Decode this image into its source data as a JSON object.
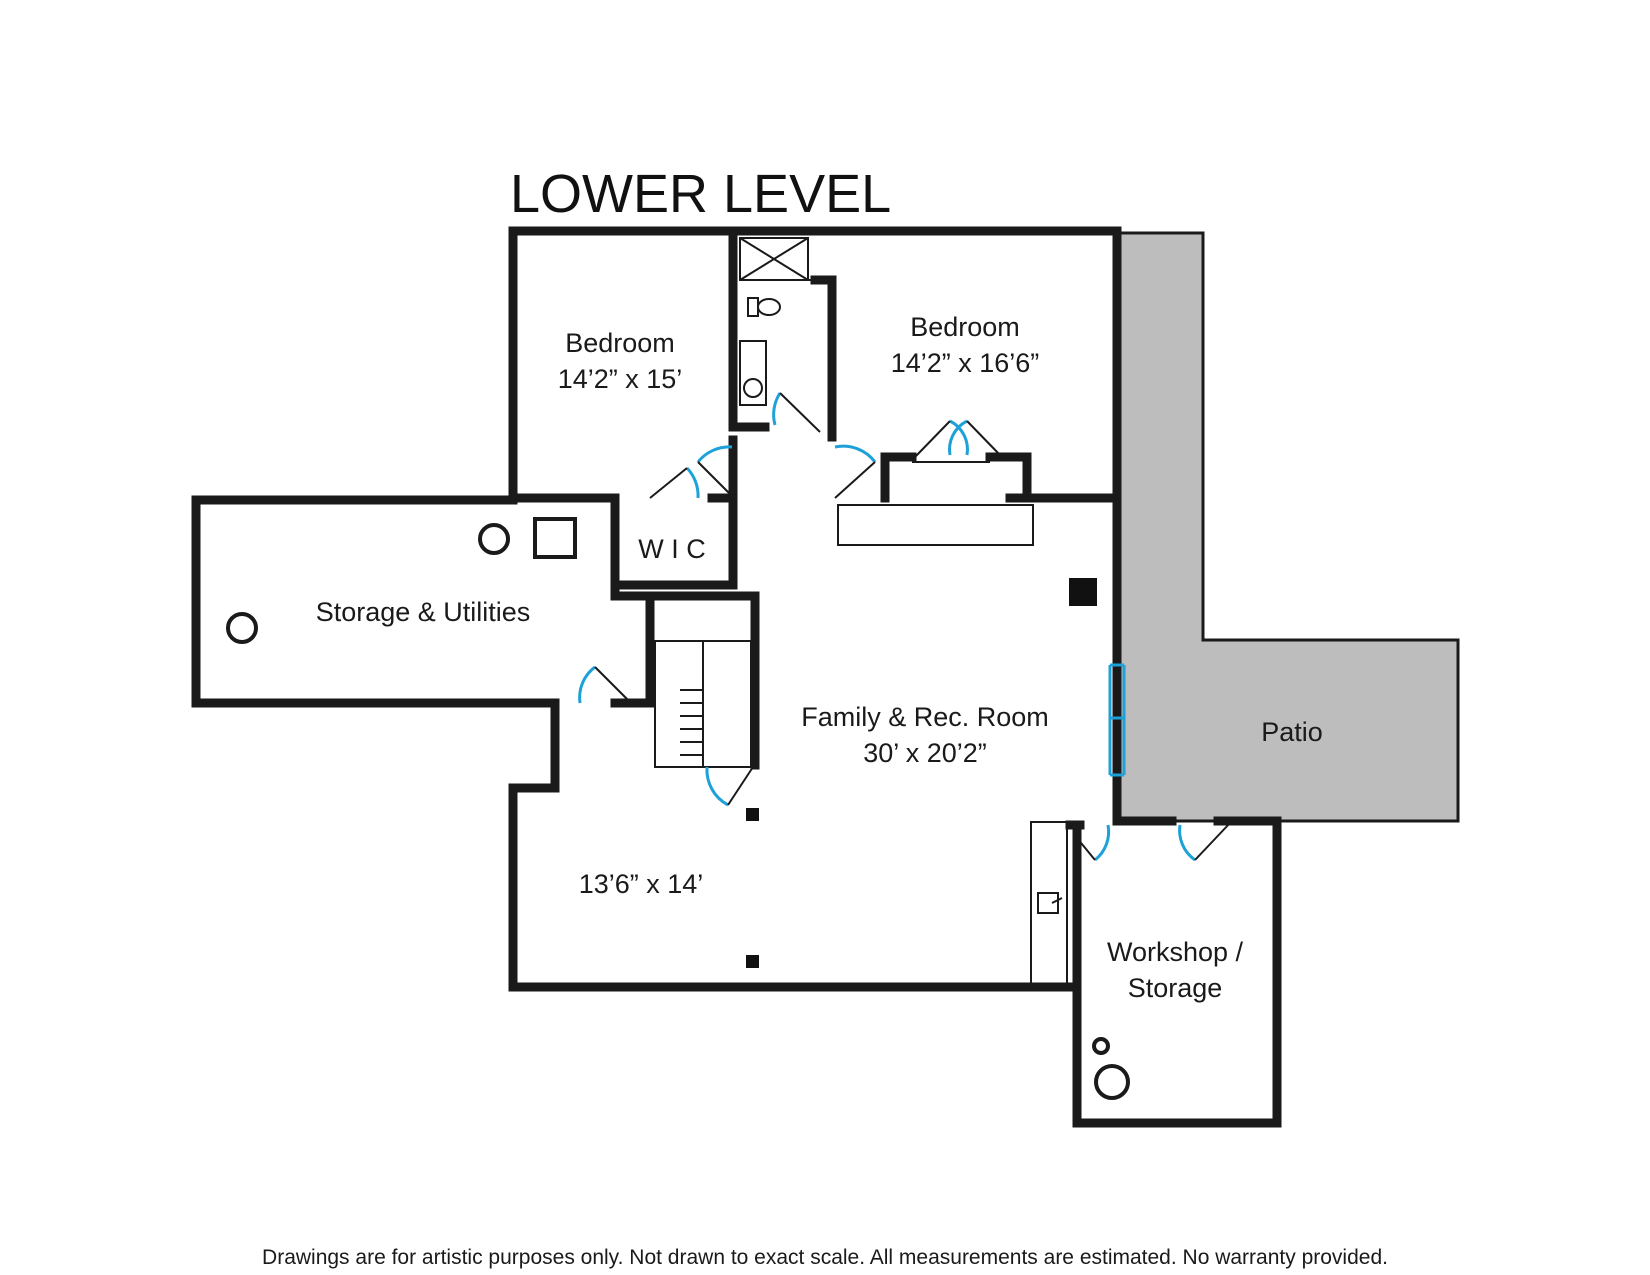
{
  "title": "LOWER LEVEL",
  "rooms": {
    "bedroom_left": {
      "name": "Bedroom",
      "size": "14’2” x 15’"
    },
    "bedroom_right": {
      "name": "Bedroom",
      "size": "14’2” x 16’6”"
    },
    "wic": {
      "name": "W I C"
    },
    "storage_utilities": {
      "name": "Storage & Utilities"
    },
    "family_rec": {
      "name": "Family & Rec. Room",
      "size": "30’ x 20’2”"
    },
    "patio": {
      "name": "Patio"
    },
    "lower_room": {
      "size": "13’6” x 14’"
    },
    "workshop": {
      "name_line1": "Workshop /",
      "name_line2": "Storage"
    }
  },
  "footer": "Drawings are for artistic purposes only. Not drawn to exact scale. All measurements are estimated. No warranty provided.",
  "colors": {
    "wall": "#1a1a1a",
    "door": "#1da1d8",
    "patio": "#bdbdbd"
  }
}
